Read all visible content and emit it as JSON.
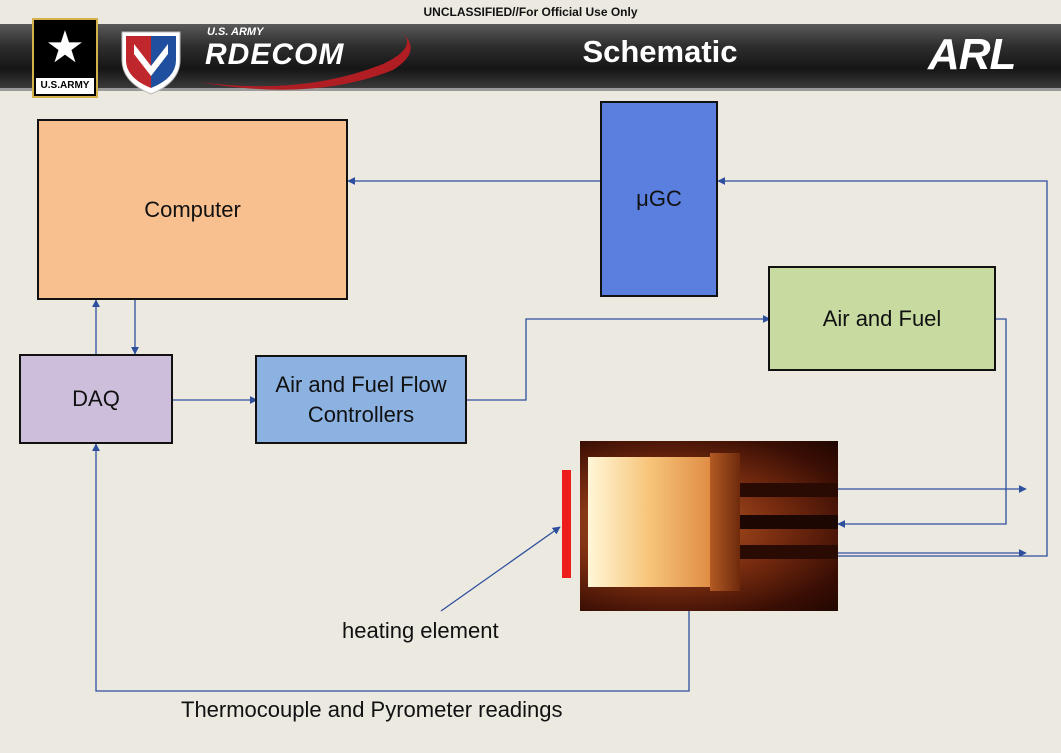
{
  "header": {
    "classification": "UNCLASSIFIED//For Official Use Only",
    "title": "Schematic",
    "army_logo_text": "U.S.ARMY",
    "rdecom_small": "U.S. ARMY",
    "rdecom_big": "RDECOM",
    "arl_logo": "ARL"
  },
  "diagram": {
    "computer": "Computer",
    "ugc": "μGC",
    "air_fuel": "Air and Fuel",
    "daq": "DAQ",
    "flow_controllers": "Air and Fuel Flow Controllers",
    "heating_element_label": "heating element",
    "readings_label": "Thermocouple and Pyrometer readings"
  },
  "colors": {
    "computer": "#f8bf8f",
    "ugc": "#5a7fde",
    "air_fuel": "#c7dba0",
    "daq": "#cdbfdc",
    "flow_controllers": "#8cb2e2",
    "wire": "#2e4f9e",
    "heater": "#ef1c1c"
  },
  "icons": {
    "army_logo": "star-icon",
    "rdecom_logo": "shield-icon",
    "arl_logo": "arl-logo"
  }
}
